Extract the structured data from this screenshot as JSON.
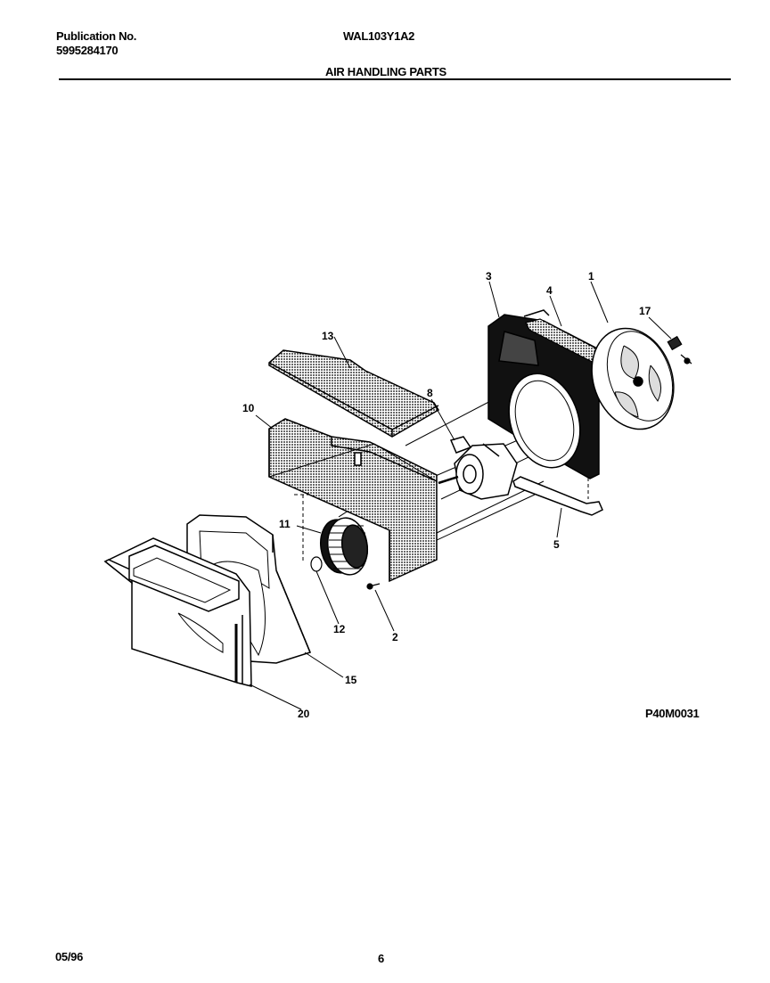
{
  "header": {
    "publication_label": "Publication No.",
    "publication_number": "5995284170",
    "model": "WAL103Y1A2",
    "section_title": "AIR HANDLING PARTS"
  },
  "callouts": {
    "c1": "1",
    "c2": "2",
    "c3": "3",
    "c4": "4",
    "c5": "5",
    "c8": "8",
    "c10": "10",
    "c11": "11",
    "c12": "12",
    "c13": "13",
    "c15": "15",
    "c17": "17",
    "c20": "20"
  },
  "figure_code": "P40M0031",
  "footer": {
    "date": "05/96",
    "page": "6"
  }
}
